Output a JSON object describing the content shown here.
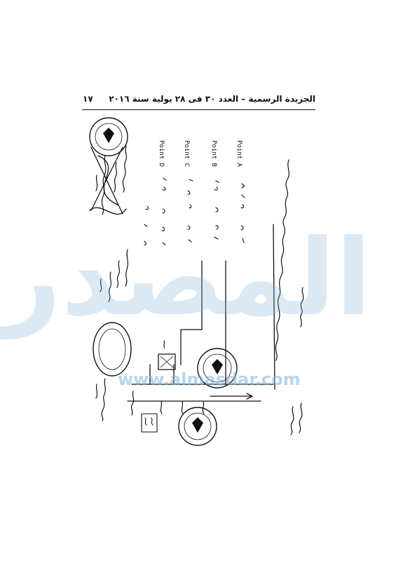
{
  "header": {
    "running_title": "الجريدة الرسمية – العدد ٣٠ فى ٢٨ يولية سنة ٢٠١٦",
    "page_number": "١٧"
  },
  "watermark": {
    "text": "المصدر",
    "url": "www.almasdar.com"
  },
  "diagram": {
    "points": [
      "Point A",
      "Point B",
      "Point C",
      "Point D"
    ]
  },
  "colors": {
    "ink": "#111111",
    "watermark": "#7fb3da",
    "paper": "#ffffff"
  },
  "icons": [
    "eagle-seal-icon"
  ]
}
